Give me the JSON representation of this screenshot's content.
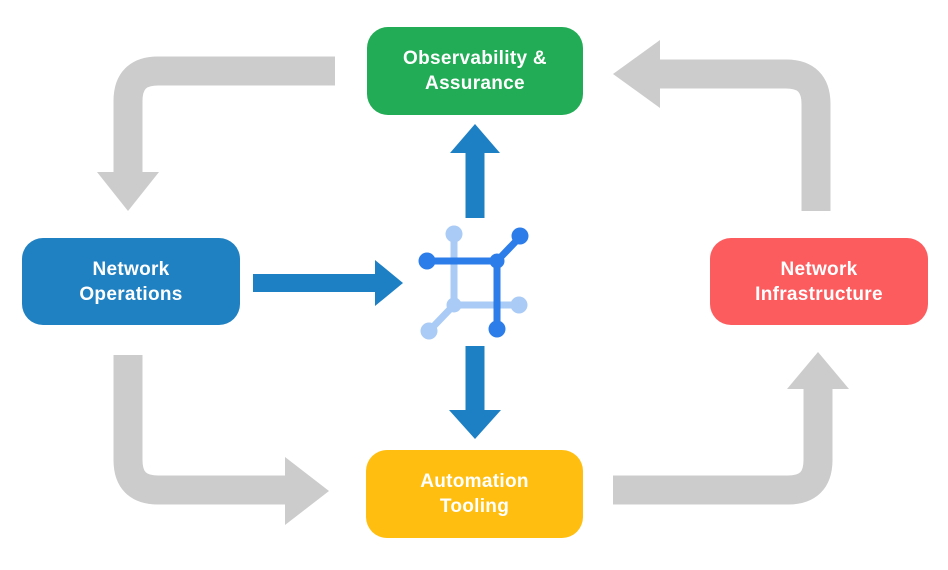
{
  "diagram": {
    "text_color": "#FFFFFF",
    "nodes": [
      {
        "id": "observability-assurance",
        "label": "Observability &\nAssurance",
        "color": "#22AC55"
      },
      {
        "id": "network-operations",
        "label": "Network\nOperations",
        "color": "#2081C2"
      },
      {
        "id": "network-infrastructure",
        "label": "Network\nInfrastructure",
        "color": "#FD5C5F"
      },
      {
        "id": "automation-tooling",
        "label": "Automation\nTooling",
        "color": "#FFBE10"
      }
    ],
    "center_icon": {
      "name": "network-automation-icon",
      "dark_color": "#2C7CEA",
      "light_color": "#A9CBF6"
    },
    "arrows": {
      "cycle_color": "#CCCCCC",
      "flow_color": "#1E80C4"
    },
    "connections": [
      {
        "from": "observability-assurance",
        "to": "network-operations",
        "type": "cycle"
      },
      {
        "from": "network-operations",
        "to": "automation-tooling",
        "type": "cycle"
      },
      {
        "from": "automation-tooling",
        "to": "network-infrastructure",
        "type": "cycle"
      },
      {
        "from": "network-infrastructure",
        "to": "observability-assurance",
        "type": "cycle"
      },
      {
        "from": "network-operations",
        "to": "center-icon",
        "type": "flow"
      },
      {
        "from": "center-icon",
        "to": "observability-assurance",
        "type": "flow"
      },
      {
        "from": "center-icon",
        "to": "automation-tooling",
        "type": "flow"
      }
    ]
  }
}
